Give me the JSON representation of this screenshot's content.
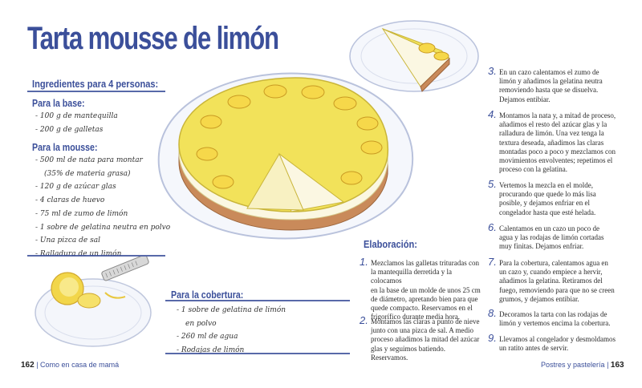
{
  "title": "Tarta mousse de limón",
  "ingredients": {
    "heading": "Ingredientes para 4 personas:",
    "base": {
      "heading": "Para la base:",
      "items": [
        "- 100 g de mantequilla",
        "- 200 g de galletas"
      ]
    },
    "mousse": {
      "heading": "Para la mousse:",
      "items": [
        "- 500 ml de nata para montar",
        "(35% de materia grasa)",
        "- 120 g de azúcar glas",
        "- 4 claras de huevo",
        "- 75 ml de zumo de limón",
        "- 1 sobre de gelatina neutra en polvo",
        "- Una pizca de sal",
        "- Ralladura de un limón"
      ]
    },
    "topping": {
      "heading": "Para la cobertura:",
      "items": [
        "- 1 sobre de gelatina de limón",
        "en polvo",
        "- 260 ml de agua",
        "- Rodajas de limón"
      ]
    }
  },
  "elaboration": {
    "heading": "Elaboración:",
    "steps": [
      {
        "n": "1.",
        "text": [
          "Mezclamos las galletas trituradas con",
          "la mantequilla derretida y la colocamos",
          "en la base de un molde de unos 25 cm",
          "de diámetro, apretando bien para que",
          "quede compacto. Reservamos en el",
          "frigorífico durante media hora."
        ]
      },
      {
        "n": "2.",
        "text": [
          "Montamos las claras a punto de nieve",
          "junto con una pizca de sal. A medio",
          "proceso añadimos la mitad del azúcar",
          "glas y seguimos batiendo. Reservamos."
        ]
      },
      {
        "n": "3.",
        "text": [
          "En un cazo calentamos el zumo de",
          "limón y añadimos la gelatina neutra",
          "removiendo hasta que se disuelva.",
          "Dejamos entibiar."
        ]
      },
      {
        "n": "4.",
        "text": [
          "Montamos la nata y, a mitad de proceso,",
          "añadimos el resto del azúcar glas y la",
          "ralladura de limón. Una vez tenga la",
          "textura deseada, añadimos las claras",
          "montadas poco a poco y mezclamos con",
          "movimientos envolventes; repetimos el",
          "proceso con la gelatina."
        ]
      },
      {
        "n": "5.",
        "text": [
          "Vertemos la mezcla en el molde,",
          "procurando que quede lo más lisa",
          "posible, y dejamos enfriar en el",
          "congelador hasta que esté helada."
        ]
      },
      {
        "n": "6.",
        "text": [
          "Calentamos en un cazo un poco de",
          "agua y las rodajas de limón cortadas",
          "muy finitas. Dejamos enfriar."
        ]
      },
      {
        "n": "7.",
        "text": [
          "Para la cobertura, calentamos agua en",
          "un cazo y, cuando empiece a hervir,",
          "añadimos la gelatina. Retiramos del",
          "fuego, removiendo para que no se creen",
          "grumos, y dejamos entibiar."
        ]
      },
      {
        "n": "8.",
        "text": [
          "Decoramos la tarta con las rodajas de",
          "limón y vertemos encima la cobertura."
        ]
      },
      {
        "n": "9.",
        "text": [
          "Llevamos al congelador y desmoldamos",
          "un ratito antes de servir."
        ]
      }
    ]
  },
  "footer": {
    "left_page": "162",
    "left_text": "Como en casa de mamá",
    "right_text": "Postres y pastelería",
    "right_page": "163"
  },
  "colors": {
    "accent": "#3b4f9a",
    "lemon": "#f2e25a",
    "crust": "#c98a5a"
  }
}
